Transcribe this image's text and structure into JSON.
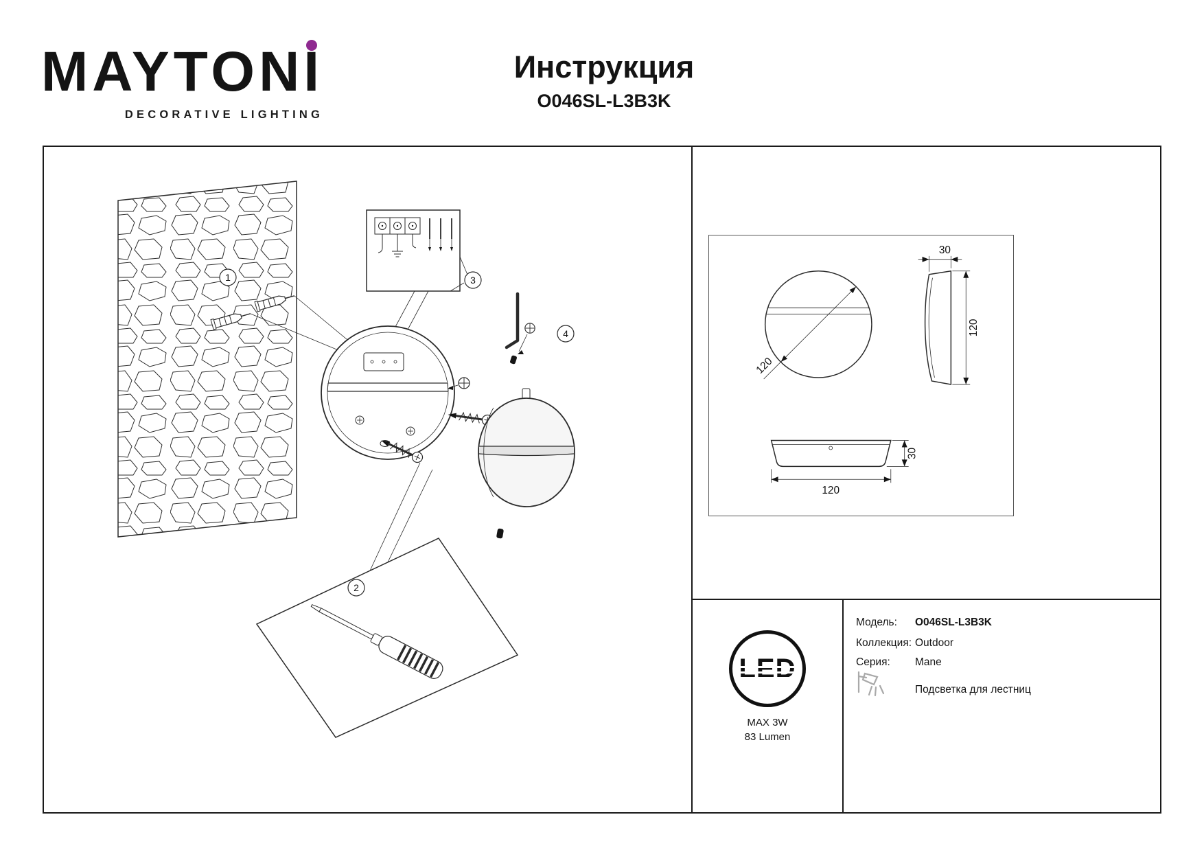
{
  "header": {
    "brand": "MAYTONI",
    "tagline": "DECORATIVE LIGHTING",
    "title": "Инструкция",
    "model": "O046SL-L3B3K"
  },
  "colors": {
    "accent": "#8f2a90",
    "line": "#1a1a1a"
  },
  "steps": {
    "s1": "1",
    "s2": "2",
    "s3": "3",
    "s4": "4"
  },
  "dims": {
    "front_diameter": "120",
    "side_depth": "30",
    "side_height": "120",
    "bottom_width": "120",
    "bottom_depth": "30"
  },
  "badge": {
    "led": "LED",
    "max_power": "MAX 3W",
    "luminous_flux": "83 Lumen"
  },
  "specs": {
    "model_label": "Модель:",
    "model_value": "O046SL-L3B3K",
    "collection_label": "Коллекция:",
    "collection_value": "Outdoor",
    "series_label": "Серия:",
    "series_value": "Mane",
    "series_note": "Подсветка для лестниц"
  }
}
